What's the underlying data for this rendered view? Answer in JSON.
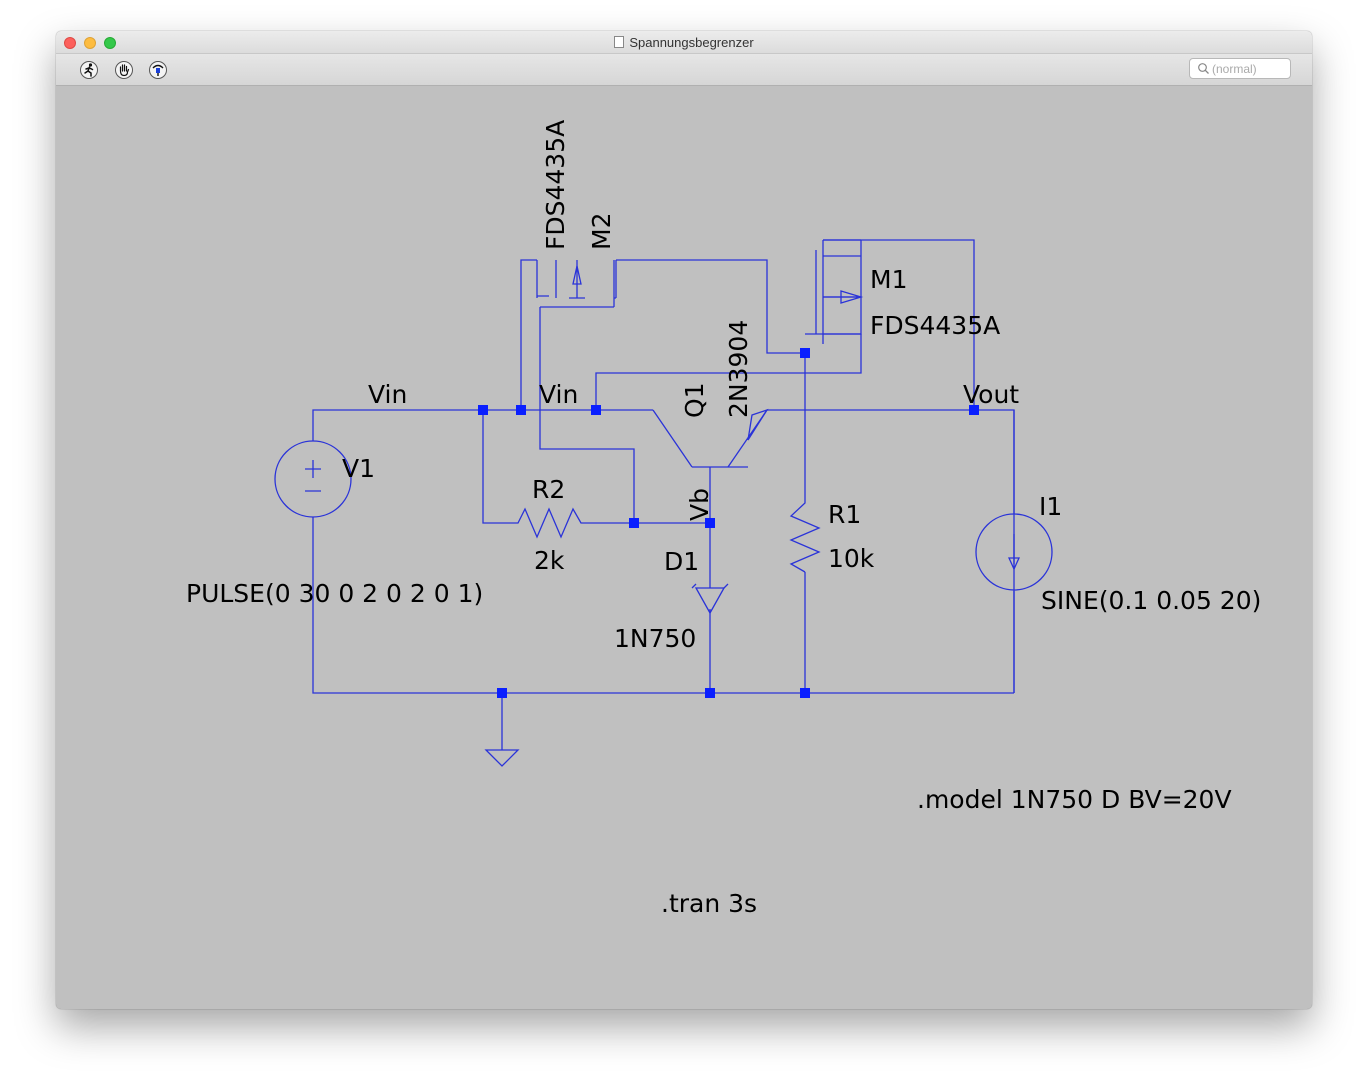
{
  "window": {
    "title": "Spannungsbegrenzer"
  },
  "toolbar": {
    "tools": [
      {
        "name": "run",
        "icon": "running-man-icon"
      },
      {
        "name": "pan",
        "icon": "hand-icon"
      },
      {
        "name": "probe",
        "icon": "probe-icon"
      }
    ],
    "search_placeholder": "(normal)"
  },
  "schematic": {
    "wire_color": "#2a33d8",
    "node_color": "#0a1fff",
    "background": "#c0c0c0",
    "nets": {
      "vin_left": "Vin",
      "vin_right": "Vin",
      "vout": "Vout",
      "vb": "Vb"
    },
    "components": {
      "v1": {
        "ref": "V1",
        "value": "PULSE(0 30 0 2 0 2 0 1)"
      },
      "r2": {
        "ref": "R2",
        "value": "2k"
      },
      "r1": {
        "ref": "R1",
        "value": "10k"
      },
      "d1": {
        "ref": "D1",
        "value": "1N750"
      },
      "q1": {
        "ref": "Q1",
        "value": "2N3904"
      },
      "m1": {
        "ref": "M1",
        "value": "FDS4435A"
      },
      "m2": {
        "ref": "M2",
        "value": "FDS4435A"
      },
      "i1": {
        "ref": "I1",
        "value": "SINE(0.1 0.05 20)"
      }
    },
    "directives": {
      "model": ".model 1N750 D BV=20V",
      "tran": ".tran 3s"
    }
  }
}
